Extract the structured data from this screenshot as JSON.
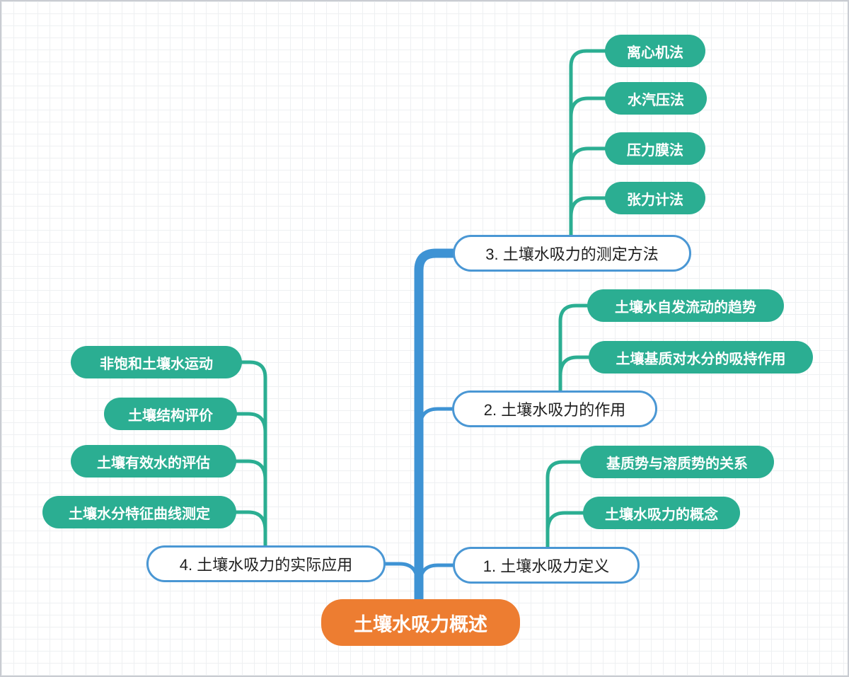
{
  "title": "土壤水吸力概述",
  "colors": {
    "root_fill": "#ED7D31",
    "branch_line_blue": "#3E93D4",
    "main_node_border_blue": "#4A97D4",
    "leaf_fill_teal": "#2BAE92",
    "main_text": "#1f1f1f",
    "leaf_text": "#ffffff",
    "grid_line": "#eef0f2"
  },
  "root": {
    "label": "土壤水吸力概述"
  },
  "branches": [
    {
      "label": "1. 土壤水吸力定义",
      "children": [
        "基质势与溶质势的关系",
        "土壤水吸力的概念"
      ]
    },
    {
      "label": "2. 土壤水吸力的作用",
      "children": [
        "土壤水自发流动的趋势",
        "土壤基质对水分的吸持作用"
      ]
    },
    {
      "label": "3. 土壤水吸力的测定方法",
      "children": [
        "离心机法",
        "水汽压法",
        "压力膜法",
        "张力计法"
      ]
    },
    {
      "label": "4. 土壤水吸力的实际应用",
      "children": [
        "非饱和土壤水运动",
        "土壤结构评价",
        "土壤有效水的评估",
        "土壤水分特征曲线测定"
      ]
    }
  ]
}
